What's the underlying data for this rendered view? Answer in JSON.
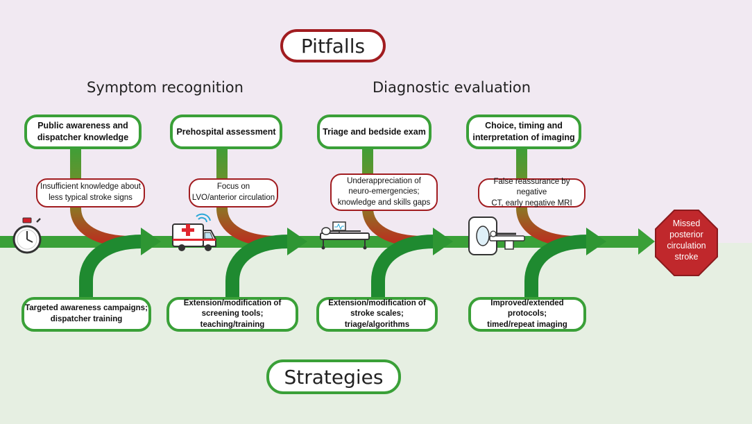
{
  "titles": {
    "pitfalls": "Pitfalls",
    "strategies": "Strategies"
  },
  "sections": {
    "symptom_recognition": "Symptom recognition",
    "diagnostic_evaluation": "Diagnostic evaluation"
  },
  "steps": [
    {
      "line1": "Public awareness and",
      "line2": "dispatcher knowledge"
    },
    {
      "line1": "Prehospital assessment",
      "line2": ""
    },
    {
      "line1": "Triage and bedside exam",
      "line2": ""
    },
    {
      "line1": "Choice, timing and",
      "line2": "interpretation of imaging"
    }
  ],
  "pitfalls": [
    {
      "line1": "Insufficient knowledge about",
      "line2": "less typical stroke signs"
    },
    {
      "line1": "Focus on",
      "line2": "LVO/anterior circulation"
    },
    {
      "line1": "Underappreciation of",
      "line2": "neuro-emergencies;",
      "line3": "knowledge and skills gaps"
    },
    {
      "line1": "False reassurance by negative",
      "line2": "CT, early negative MRI"
    }
  ],
  "strategies": [
    {
      "line1": "Targeted awareness campaigns;",
      "line2": "dispatcher training"
    },
    {
      "line1": "Extension/modification of",
      "line2": "screening tools; teaching/training"
    },
    {
      "line1": "Extension/modification of",
      "line2": "stroke scales; triage/algorithms"
    },
    {
      "line1": "Improved/extended protocols;",
      "line2": "timed/repeat imaging"
    }
  ],
  "endpoint": {
    "line1": "Missed",
    "line2": "posterior",
    "line3": "circulation",
    "line4": "stroke"
  },
  "icons": [
    "stopwatch-icon",
    "ambulance-icon",
    "hospital-bed-icon",
    "mri-scanner-icon"
  ],
  "colors": {
    "green": "#3aa038",
    "red": "#a11c20",
    "stop_red": "#c0282c",
    "pitfall_bg": "#f1e9f2",
    "strategy_bg": "#e6efe2"
  }
}
